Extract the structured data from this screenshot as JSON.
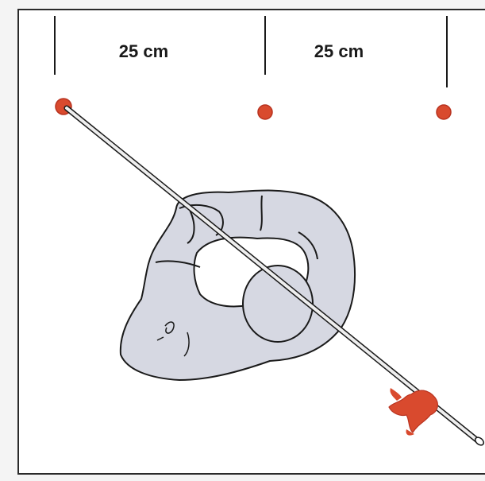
{
  "labels": {
    "distance_1": "25 cm",
    "distance_2": "25 cm"
  },
  "colors": {
    "background": "#f4f4f4",
    "paper": "#ffffff",
    "ink": "#1a1a1a",
    "red_marker": "#d94a2e",
    "clay_fill": "#d6d8e2",
    "needle": "#eeeeee"
  },
  "illustration": {
    "markers_count": 3,
    "objects": [
      "needle",
      "curled-clay-coil",
      "red-tassel"
    ]
  }
}
